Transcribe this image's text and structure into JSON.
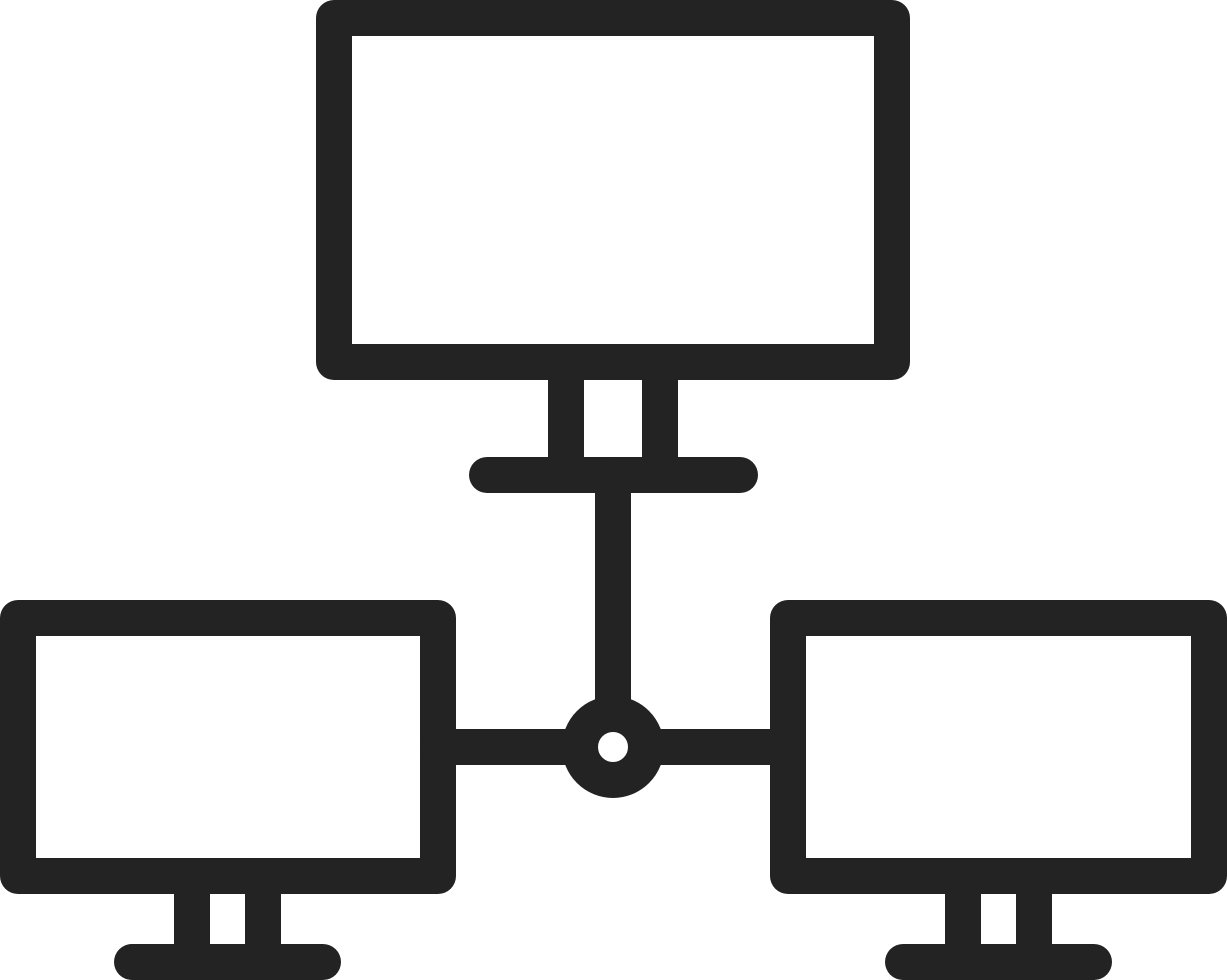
{
  "icon": {
    "name": "network-computers-icon",
    "stroke_color": "#232323",
    "background_color": "#ffffff",
    "parts": [
      "monitor-top",
      "monitor-left",
      "monitor-right",
      "network-hub-node",
      "connection-lines"
    ]
  }
}
